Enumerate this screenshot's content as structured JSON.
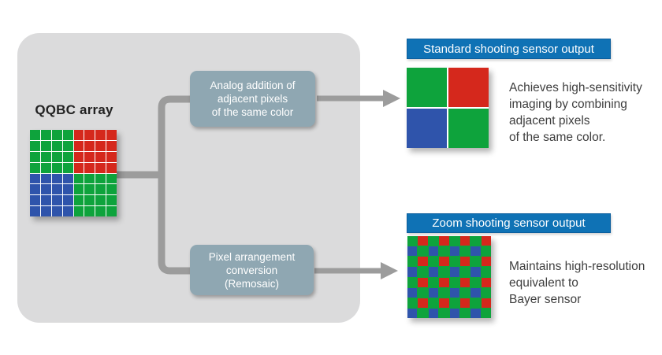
{
  "palette": {
    "panel_bg": "#dbdbdc",
    "process_box_bg": "#8fa7b2",
    "header_bar_bg": "#0f72b5",
    "connector_gray": "#9c9c9c",
    "description_text": "#3e3e3e",
    "pixel_green": "#0ea33c",
    "pixel_red": "#d5281c",
    "pixel_blue": "#2f54ab"
  },
  "qqbc": {
    "label": "QQBC array"
  },
  "process_boxes": [
    {
      "lines": [
        "Analog addition of",
        "adjacent pixels",
        "of the same color"
      ]
    },
    {
      "lines": [
        "Pixel arrangement",
        "conversion",
        "(Remosaic)"
      ]
    }
  ],
  "outputs": [
    {
      "header": "Standard shooting sensor output",
      "description_lines": [
        "Achieves high-sensitivity",
        "imaging by combining",
        "adjacent pixels",
        "of the same color."
      ]
    },
    {
      "header": "Zoom shooting sensor output",
      "description_lines": [
        "Maintains high-resolution",
        "equivalent to",
        "Bayer sensor"
      ]
    }
  ],
  "grids": {
    "colors": {
      "G": "#0ea33c",
      "R": "#d5281c",
      "B": "#2f54ab"
    },
    "qqbc_array": {
      "gap": 1,
      "gap_color": "#ffffff",
      "rows": [
        "GGGGRRRR",
        "GGGGRRRR",
        "GGGGRRRR",
        "GGGGRRRR",
        "BBBBGGGG",
        "BBBBGGGG",
        "BBBBGGGG",
        "BBBBGGGG"
      ]
    },
    "binned_output": {
      "gap": 2,
      "gap_color": "#ffffff",
      "rows": [
        "GR",
        "BG"
      ]
    },
    "bayer_output": {
      "gap": 1,
      "gap_color": "#0ea33c",
      "rows": [
        "GRGRGRGR",
        "BGBGBGBG",
        "GRGRGRGR",
        "BGBGBGBG",
        "GRGRGRGR",
        "BGBGBGBG",
        "GRGRGRGR",
        "BGBGBGBG"
      ]
    }
  }
}
